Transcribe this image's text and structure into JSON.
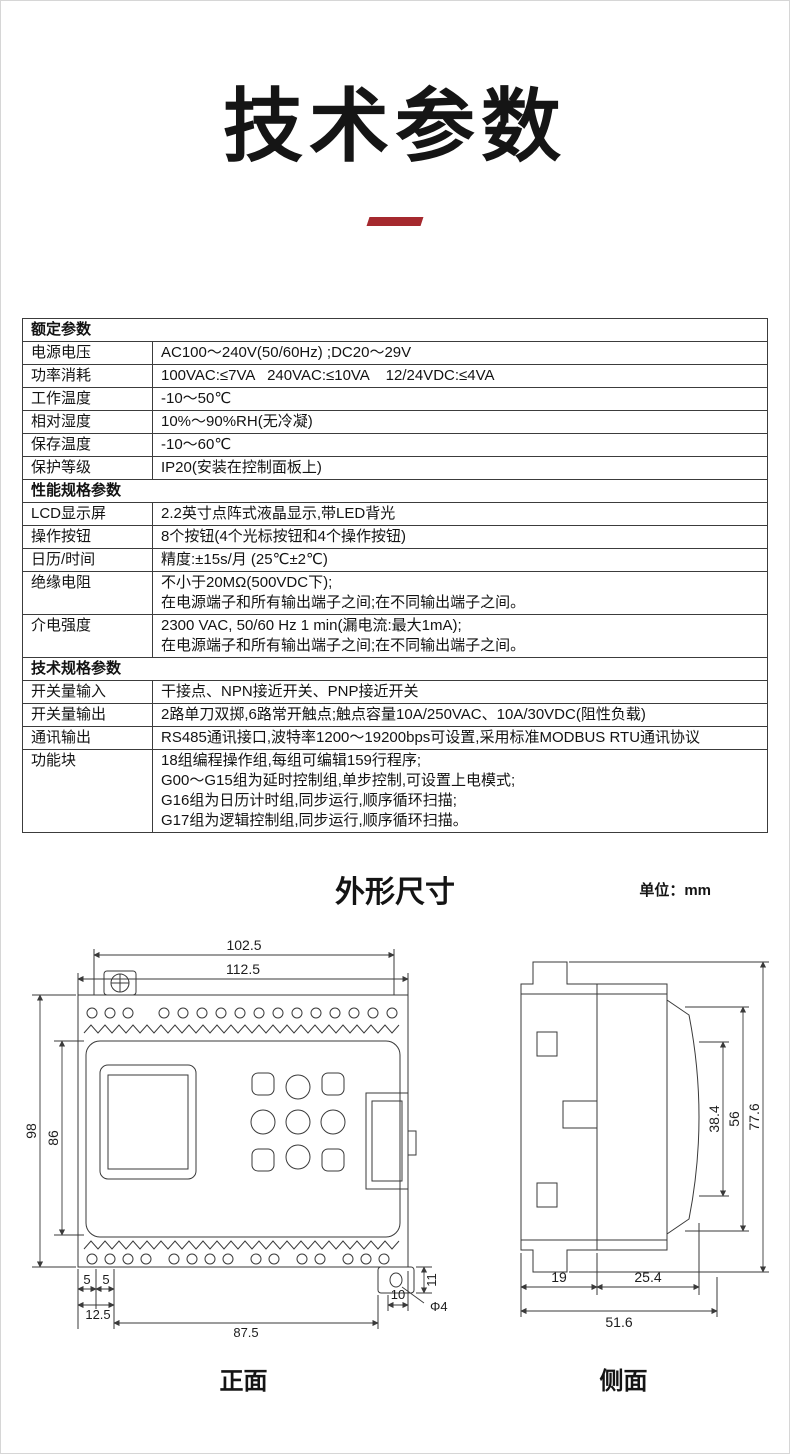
{
  "page": {
    "title": "技术参数",
    "accent_color": "#a5292e"
  },
  "table": {
    "sections": [
      {
        "header": "额定参数",
        "rows": [
          {
            "label": "电源电压",
            "lines": [
              "AC100～240V(50/60Hz) ;DC20～29V"
            ]
          },
          {
            "label": "功率消耗",
            "lines": [
              "100VAC:≤7VA   240VAC:≤10VA    12/24VDC:≤4VA"
            ]
          },
          {
            "label": "工作温度",
            "lines": [
              "-10～50℃"
            ]
          },
          {
            "label": "相对湿度",
            "lines": [
              "10%～90%RH(无冷凝)"
            ]
          },
          {
            "label": "保存温度",
            "lines": [
              "-10～60℃"
            ]
          },
          {
            "label": "保护等级",
            "lines": [
              "IP20(安装在控制面板上)"
            ]
          }
        ]
      },
      {
        "header": "性能规格参数",
        "rows": [
          {
            "label": "LCD显示屏",
            "lines": [
              "2.2英寸点阵式液晶显示,带LED背光"
            ]
          },
          {
            "label": "操作按钮",
            "lines": [
              "8个按钮(4个光标按钮和4个操作按钮)"
            ]
          },
          {
            "label": "日历/时间",
            "lines": [
              "精度:±15s/月 (25℃±2℃)"
            ]
          },
          {
            "label": "绝缘电阻",
            "lines": [
              "不小于20MΩ(500VDC下);",
              "在电源端子和所有输出端子之间;在不同输出端子之间。"
            ]
          },
          {
            "label": "介电强度",
            "lines": [
              "2300 VAC, 50/60 Hz 1 min(漏电流:最大1mA);",
              "在电源端子和所有输出端子之间;在不同输出端子之间。"
            ]
          }
        ]
      },
      {
        "header": "技术规格参数",
        "rows": [
          {
            "label": "开关量输入",
            "lines": [
              "干接点、NPN接近开关、PNP接近开关"
            ]
          },
          {
            "label": "开关量输出",
            "lines": [
              "2路单刀双掷,6路常开触点;触点容量10A/250VAC、10A/30VDC(阻性负载)"
            ]
          },
          {
            "label": "通讯输出",
            "lines": [
              "RS485通讯接口,波特率1200～19200bps可设置,采用标准MODBUS RTU通讯协议"
            ]
          },
          {
            "label": "功能块",
            "lines": [
              "18组编程操作组,每组可编辑159行程序;",
              "G00～G15组为延时控制组,单步控制,可设置上电模式;",
              "G16组为日历计时组,同步运行,顺序循环扫描;",
              "G17组为逻辑控制组,同步运行,顺序循环扫描。"
            ]
          }
        ]
      }
    ]
  },
  "dims": {
    "heading": "外形尺寸",
    "unit": "单位：mm",
    "front": {
      "caption": "正面",
      "labels": {
        "width_inner": "102.5",
        "width_outer": "112.5",
        "height_outer": "98",
        "height_inner": "86",
        "offset_5_left": "5",
        "offset_5_right": "5",
        "offset_12_5": "12.5",
        "width_bottom": "87.5",
        "offset_10": "10",
        "hole_diameter": "Φ4",
        "ear_height": "11"
      }
    },
    "side": {
      "caption": "侧面",
      "labels": {
        "face_height": "38.4",
        "body_height": "56",
        "total_height": "77.6",
        "depth_back": "19",
        "depth_front": "25.4",
        "depth_total": "51.6"
      }
    }
  }
}
